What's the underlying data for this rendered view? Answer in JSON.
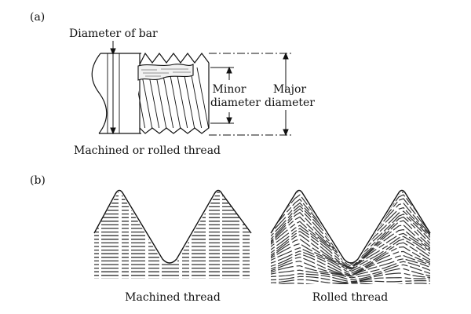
{
  "panel_a": {
    "label": "(a)",
    "diameter_of_bar": "Diameter  of  bar",
    "minor_diameter_line1": "Minor",
    "minor_diameter_line2": "diameter",
    "major_diameter_line1": "Major",
    "major_diameter_line2": "diameter",
    "caption": "Machined  or  rolled  thread"
  },
  "panel_b": {
    "label": "(b)",
    "machined_caption": "Machined  thread",
    "rolled_caption": "Rolled  thread"
  },
  "colors": {
    "ink": "#111111",
    "background": "#ffffff"
  }
}
